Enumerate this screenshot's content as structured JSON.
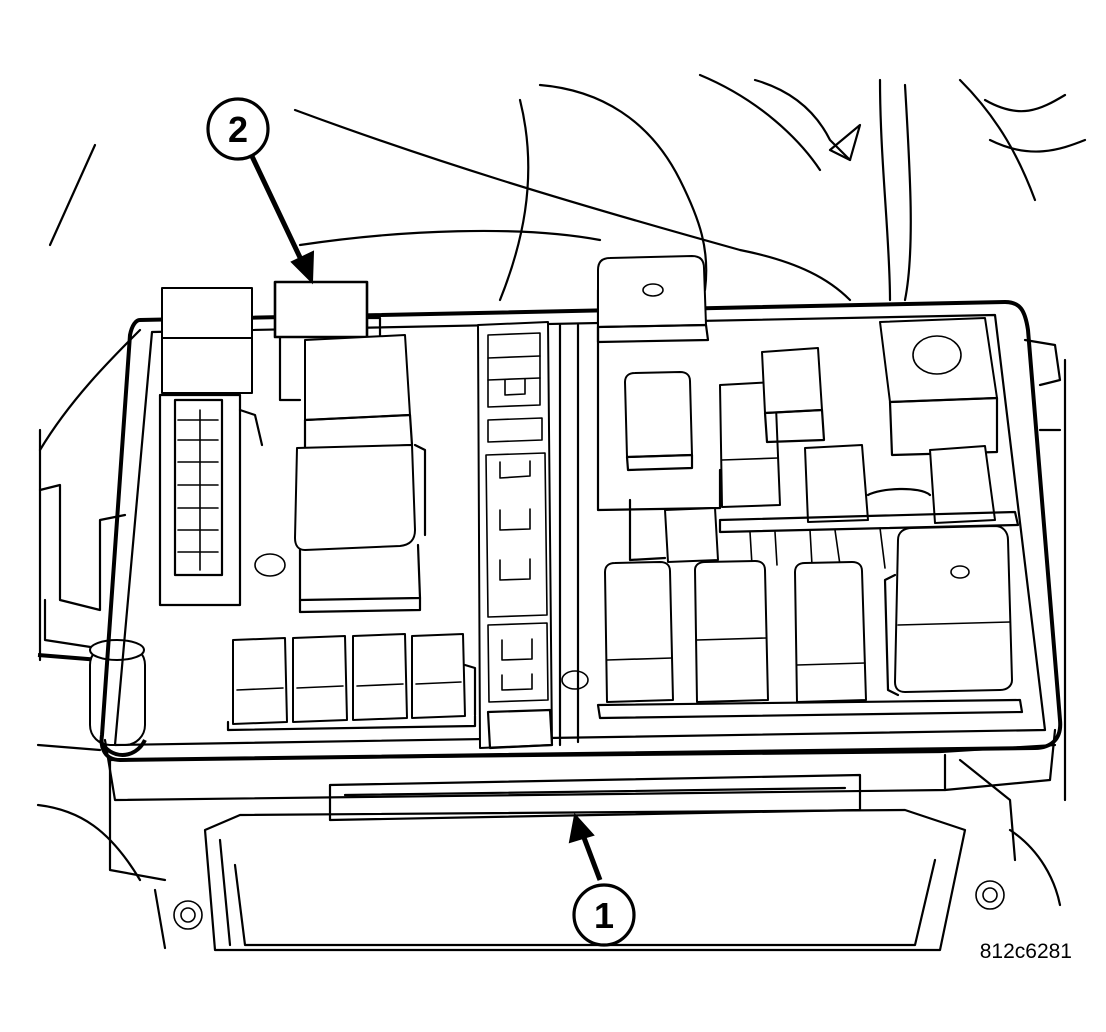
{
  "callouts": [
    {
      "id": "1",
      "label": "1"
    },
    {
      "id": "2",
      "label": "2"
    }
  ],
  "figure_ref": "812c6281"
}
